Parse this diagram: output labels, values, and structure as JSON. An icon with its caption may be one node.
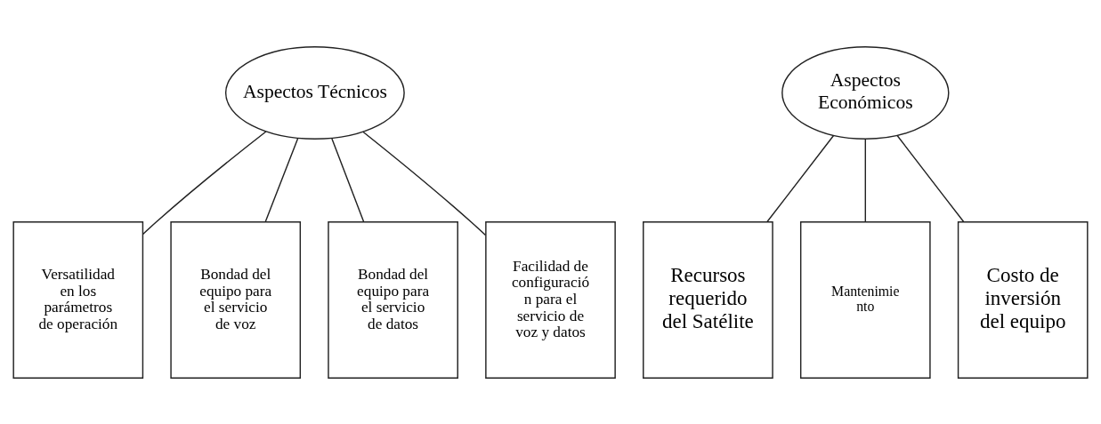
{
  "diagram": {
    "nodes": [
      {
        "text": [
          "Aspectos Técnicos"
        ]
      },
      {
        "text": [
          "Aspectos Económicos"
        ]
      },
      {
        "text": [
          "Versatilidad en los parámetros de operación"
        ]
      },
      {
        "text": [
          "Bondad del equipo para el servicio de voz"
        ]
      },
      {
        "text": [
          "Bondad del equipo para el servicio de datos"
        ]
      },
      {
        "text": [
          "Facilidad de configuració n para el servicio de voz y datos"
        ]
      },
      {
        "text": [
          "Recursos requerido del Satélite"
        ]
      },
      {
        "text": [
          "Mantenimie nto"
        ]
      },
      {
        "text": [
          "Costo de inversión del equipo"
        ]
      }
    ],
    "edges": [
      {
        "from": 0,
        "to": 2,
        "arrow": "none"
      },
      {
        "from": 0,
        "to": 3,
        "arrow": "none"
      },
      {
        "from": 0,
        "to": 4,
        "arrow": "none"
      },
      {
        "from": 0,
        "to": 5,
        "arrow": "none"
      },
      {
        "from": 1,
        "to": 6,
        "arrow": "none"
      },
      {
        "from": 1,
        "to": 7,
        "arrow": "none"
      },
      {
        "from": 1,
        "to": 8,
        "arrow": "none"
      }
    ]
  }
}
